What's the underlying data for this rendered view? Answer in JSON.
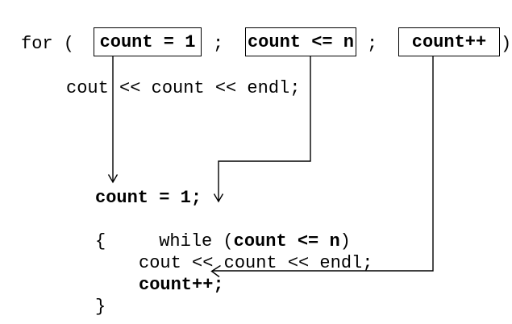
{
  "colors": {
    "foreground": "#000000",
    "background": "#ffffff"
  },
  "for_statement": {
    "keyword_open": "for (",
    "init": "count = 1",
    "separator_1": ";",
    "condition": "count <= n",
    "separator_2": ";",
    "increment": "count++",
    "keyword_close": ")"
  },
  "loop_body": "cout << count << endl;",
  "while_equivalent": {
    "init_line": "count = 1;",
    "while_open": "while (",
    "condition": "count <= n",
    "while_close": ")",
    "brace_open": "{",
    "body_line": "cout << count << endl;",
    "increment_line": "count++;",
    "brace_close": "}"
  }
}
